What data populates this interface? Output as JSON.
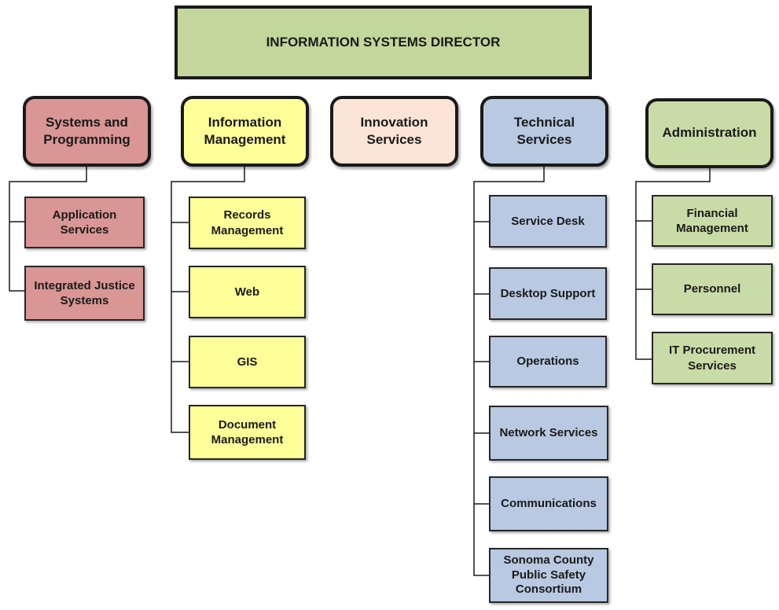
{
  "director": {
    "label": "INFORMATION SYSTEMS DIRECTOR"
  },
  "colors": {
    "director": "#c3d69b",
    "systems": "#d99694",
    "information": "#ffff99",
    "innovation": "#fce4d6",
    "technical": "#b8c9e1",
    "administration": "#c9dba6"
  },
  "departments": [
    {
      "label": "Systems and\nProgramming",
      "children": [
        "Application\nServices",
        "Integrated Justice\nSystems"
      ]
    },
    {
      "label": "Information\nManagement",
      "children": [
        "Records\nManagement",
        "Web",
        "GIS",
        "Document\nManagement"
      ]
    },
    {
      "label": "Innovation\nServices",
      "children": []
    },
    {
      "label": "Technical\nServices",
      "children": [
        "Service Desk",
        "Desktop Support",
        "Operations",
        "Network Services",
        "Communications",
        "Sonoma County\nPublic Safety\nConsortium"
      ]
    },
    {
      "label": "Administration",
      "children": [
        "Financial\nManagement",
        "Personnel",
        "IT Procurement\nServices"
      ]
    }
  ]
}
